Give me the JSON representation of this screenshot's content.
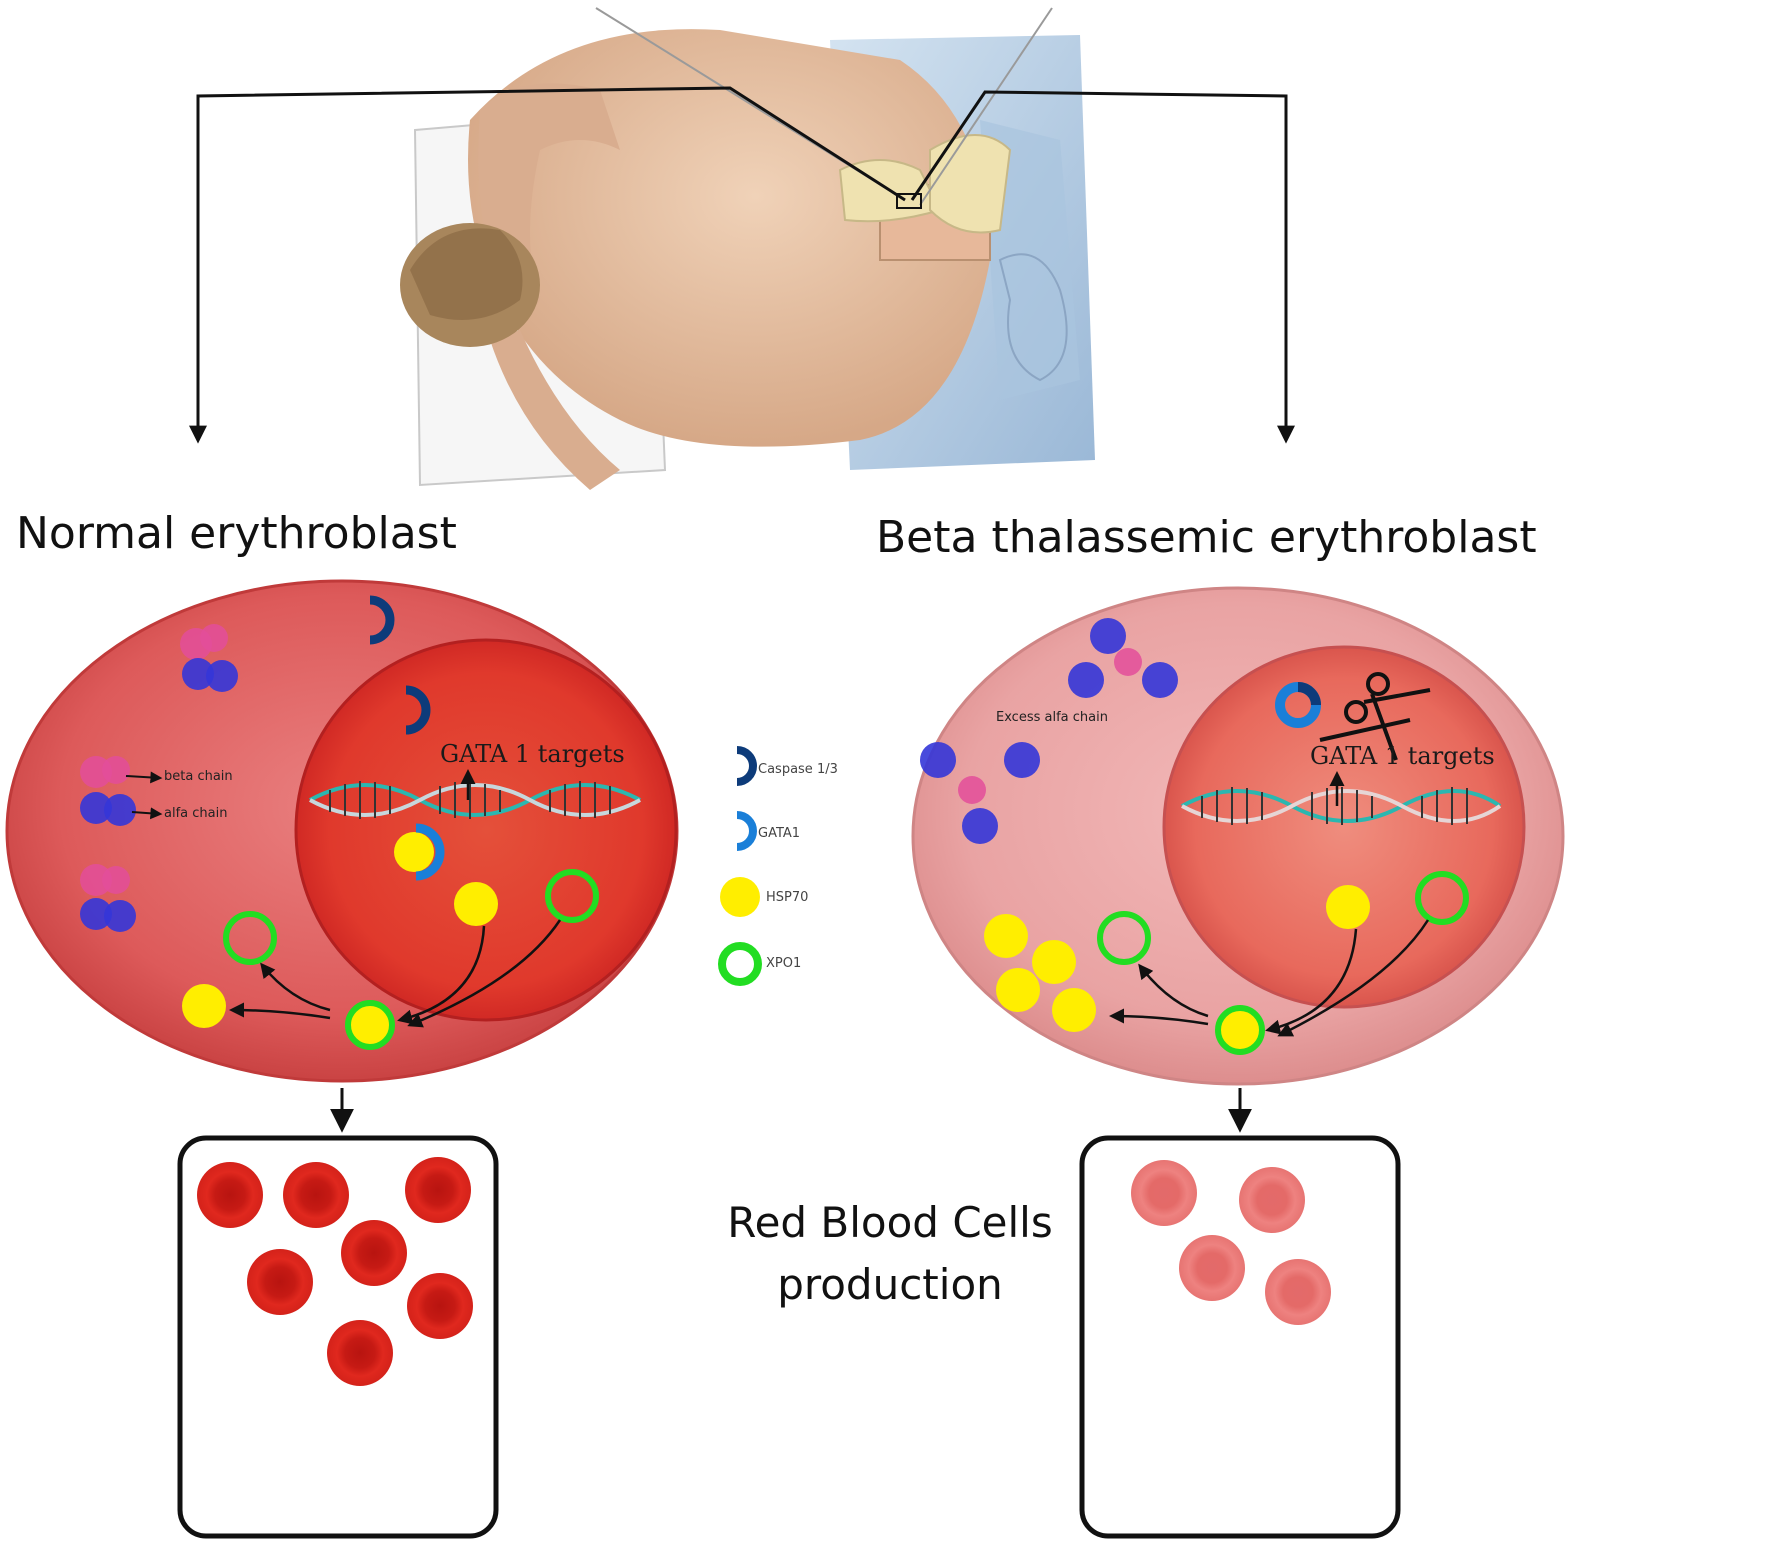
{
  "headings": {
    "left": "Normal erythroblast",
    "right": "Beta thalassemic erythroblast"
  },
  "left_cell": {
    "nucleus_label": "GATA 1 targets",
    "beta_chain_label": "beta chain",
    "alfa_chain_label": "alfa chain"
  },
  "right_cell": {
    "nucleus_label": "GATA 1 targets",
    "excess_label": "Excess alfa chain"
  },
  "legend": {
    "items": [
      {
        "label": "Caspase 1/3",
        "icon": "caspase-icon",
        "color": "#0d3b7a"
      },
      {
        "label": "GATA1",
        "icon": "gata1-icon",
        "color": "#1a7fd8"
      },
      {
        "label": "HSP70",
        "icon": "hsp70-icon",
        "color": "#ffee00"
      },
      {
        "label": "XPO1",
        "icon": "xpo1-icon",
        "color": "#22dd22"
      }
    ]
  },
  "rbc_caption": {
    "line1": "Red Blood Cells",
    "line2": "production"
  },
  "colors": {
    "normal_cell": "#dd5555",
    "thalassemic_cell": "#e9a0a0",
    "normal_rbc": "#d9261c",
    "thalassemic_rbc": "#e87272"
  }
}
